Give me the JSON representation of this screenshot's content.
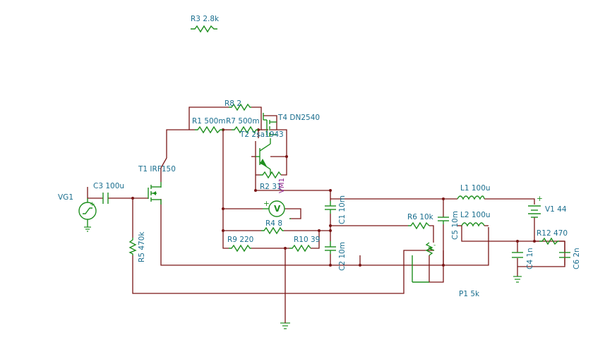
{
  "labels": {
    "R3": "R3 2.8k",
    "R8": "R8 2",
    "R1": "R1 500m",
    "R7": "R7 500m",
    "T4": "T4 DN2540",
    "T2": "T2 2sa1943",
    "T1": "T1 IRF150",
    "C3": "C3 100u",
    "VG1": "VG1",
    "R2": "R2 31",
    "VM1": "VM1",
    "L1": "L1 100u",
    "V1": "V1 44",
    "C1": "C1 10m",
    "R6": "R6 10k",
    "L2": "L2 100u",
    "C5": "C5 10m",
    "R12": "R12 470",
    "R4": "R4 8",
    "R9": "R9 220",
    "R10": "R10 39",
    "R5": "R5 470k",
    "C2": "C2 10m",
    "C4": "C4 1n",
    "C6": "C6 2n",
    "P1": "P1 5k",
    "meter_symbol": "V",
    "plus": "+",
    "minus": "-"
  },
  "colors": {
    "wire": "#7a1616",
    "component": "#1f8f1f",
    "label": "#1a6e8e",
    "meter_label": "#8a1a8a"
  }
}
